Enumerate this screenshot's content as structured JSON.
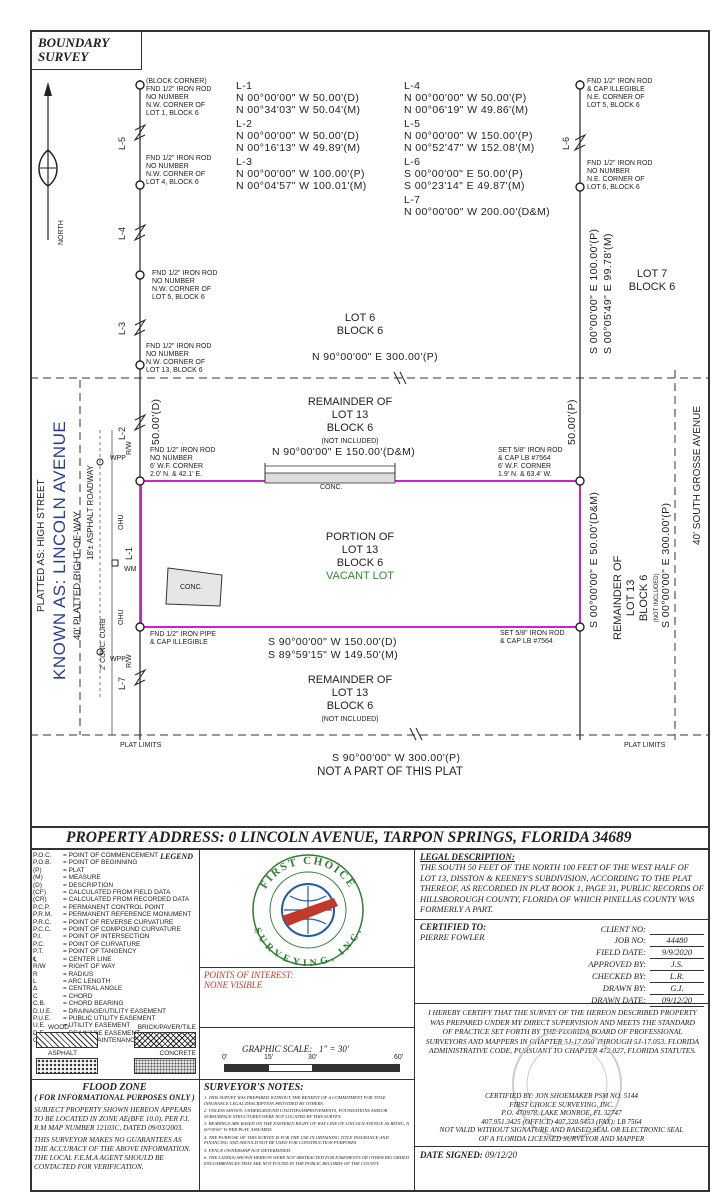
{
  "title": {
    "line1": "BOUNDARY",
    "line2": "SURVEY"
  },
  "north_label": "NORTH",
  "line_table": {
    "left": [
      {
        "id": "L-1",
        "rows": [
          "N 00°00'00\"  W  50.00'(D)",
          "N 00°34'03\"  W  50.04'(M)"
        ]
      },
      {
        "id": "L-2",
        "rows": [
          "N 00°00'00\"  W  50.00'(D)",
          "N 00°16'13\"  W  49.89'(M)"
        ]
      },
      {
        "id": "L-3",
        "rows": [
          "N 00°00'00\"  W  100.00'(P)",
          "N 00°04'57\"  W  100.01'(M)"
        ]
      }
    ],
    "right": [
      {
        "id": "L-4",
        "rows": [
          "N 00°00'00\"  W  50.00'(P)",
          "N 00°06'19\"  W  49.86'(M)"
        ]
      },
      {
        "id": "L-5",
        "rows": [
          "N 00°00'00\"  W  150.00'(P)",
          "N 00°52'47\"  W  152.08'(M)"
        ]
      },
      {
        "id": "L-6",
        "rows": [
          "S 00°00'00\"  E  50.00'(P)",
          "S 00°23'14\"  E  49.87'(M)"
        ]
      },
      {
        "id": "L-7",
        "rows": [
          "N 00°00'00\"  W  200.00'(D&M)"
        ]
      }
    ]
  },
  "monuments": {
    "m1": [
      "(BLOCK CORNER)",
      "FND 1/2\" IRON ROD",
      "NO NUMBER",
      "N.W. CORNER OF",
      "LOT 1, BLOCK 6"
    ],
    "m2": [
      "FND 1/2\" IRON ROD",
      "NO NUMBER",
      "N.W. CORNER OF",
      "LOT 4, BLOCK 6"
    ],
    "m3": [
      "FND 1/2\" IRON ROD",
      "NO NUMBER",
      "N.W. CORNER OF",
      "LOT 5, BLOCK 6"
    ],
    "m4": [
      "FND 1/2\" IRON ROD",
      "NO NUMBER",
      "N.W. CORNER OF",
      "LOT 13, BLOCK 6"
    ],
    "m5": [
      "FND 1/2\" IRON ROD",
      "& CAP ILLEGIBLE",
      "N.E. CORNER OF",
      "LOT 5, BLOCK 6"
    ],
    "m6": [
      "FND 1/2\" IRON ROD",
      "NO NUMBER",
      "N.E. CORNER OF",
      "LOT 6, BLOCK 6"
    ],
    "m7": [
      "FND 1/2\" IRON ROD",
      "NO NUMBER",
      "6' W.F. CORNER",
      "2.0' N. & 42.1' E."
    ],
    "m8": [
      "SET 5/8\" IRON ROD",
      "& CAP LB #7564",
      "6' W.F. CORNER",
      "1.9' N. & 63.4' W."
    ],
    "m9": [
      "FND 1/2\" IRON PIPE",
      "& CAP ILLEGIBLE"
    ],
    "m10": [
      "SET 5/8\" IRON ROD",
      "& CAP LB #7564"
    ]
  },
  "lots": {
    "lot6": [
      "LOT 6",
      "BLOCK 6"
    ],
    "lot7": [
      "LOT 7",
      "BLOCK 6"
    ],
    "rem_top": [
      "REMAINDER OF",
      "LOT 13",
      "BLOCK 6",
      "(NOT INCLUDED)"
    ],
    "portion": [
      "PORTION OF",
      "LOT 13",
      "BLOCK 6"
    ],
    "vacant": "VACANT LOT",
    "rem_bottom": [
      "REMAINDER OF",
      "LOT 13",
      "BLOCK 6",
      "(NOT INCLUDED)"
    ],
    "rem_right": [
      "REMAINDER OF",
      "LOT 13",
      "BLOCK 6",
      "(NOT INCLUDED)"
    ],
    "not_part": "NOT A PART OF THIS PLAT"
  },
  "bearings": {
    "top300": "N 90°00'00\"  E   300.00'(P)",
    "top150": "N 90°00'00\"  E   150.00'(D&M)",
    "bot150a": "S 90°00'00\"  W   150.00'(D)",
    "bot150b": "S 89°59'15\"  W   149.50'(M)",
    "bot300": "S 90°00'00\"  W   300.00'(P)",
    "west50": "50.00'(D)",
    "east50": "50.00'(P)",
    "east_dm": "S 00°00'00\"  E   50.00'(D&M)",
    "east_r1": "S 00°00'00\"  E   100.00'(P)",
    "east_r2": "S 00°05'49\"  E   99.78'(M)",
    "east_300": "S 00°00'00\"  E   300.00'(P)"
  },
  "streets": {
    "platted": "PLATTED AS: HIGH STREET",
    "known": "KNOWN AS: LINCOLN AVENUE",
    "row40": "40' PLATTED RIGHT-OF-WAY",
    "asphalt": "18'± ASPHALT ROADWAY",
    "curb": "2' CONC. CURB",
    "grosse": "40' SOUTH GROSSE AVENUE",
    "row": "R/W",
    "plat_limits": "PLAT LIMITS",
    "ohu": "OHU",
    "wpp": "WPP",
    "wm": "WM",
    "conc": "CONC."
  },
  "address": "PROPERTY ADDRESS:  0 LINCOLN AVENUE,  TARPON SPRINGS, FLORIDA 34689",
  "legend": {
    "title": "LEGEND",
    "items": [
      [
        "P.O.C.",
        "= POINT OF COMMENCEMENT"
      ],
      [
        "P.O.B.",
        "= POINT OF BEGINNING"
      ],
      [
        "(P)",
        "= PLAT"
      ],
      [
        "(M)",
        "= MEASURE"
      ],
      [
        "(D)",
        "= DESCRIPTION"
      ],
      [
        "(CF)",
        "= CALCULATED FROM FIELD DATA"
      ],
      [
        "(CR)",
        "= CALCULATED FROM RECORDED DATA"
      ],
      [
        "P.C.P.",
        "= PERMANENT CONTROL POINT"
      ],
      [
        "P.R.M.",
        "= PERMANENT REFERENCE MONUMENT"
      ],
      [
        "P.R.C.",
        "= POINT OF REVERSE CURVATURE"
      ],
      [
        "P.C.C.",
        "= POINT OF COMPOUND CURVATURE"
      ],
      [
        "P.I.",
        "= POINT OF INTERSECTION"
      ],
      [
        "P.C.",
        "= POINT OF CURVATURE"
      ],
      [
        "P.T.",
        "= POINT OF TANGENCY"
      ],
      [
        "℄",
        "= CENTER LINE"
      ],
      [
        "R/W",
        "= RIGHT OF WAY"
      ],
      [
        "R",
        "= RADIUS"
      ],
      [
        "L",
        "= ARC LENGTH"
      ],
      [
        "Δ",
        "= CENTRAL ANGLE"
      ],
      [
        "C",
        "= CHORD"
      ],
      [
        "C.B.",
        "= CHORD BEARING"
      ],
      [
        "D.U.E.",
        "= DRAINAGE/UTILITY EASEMENT"
      ],
      [
        "P.U.E.",
        "= PUBLIC UTILITY EASEMENT"
      ],
      [
        "U.E.",
        "= UTILITY EASEMENT"
      ],
      [
        "D.E.",
        "= DRAINAGE EASEMENT"
      ],
      [
        "C.M.E.",
        "= CANAL MAINTENANCE EASEMENT"
      ]
    ],
    "materials": [
      "WOOD",
      "BRICK/PAVER/TILE",
      "ASPHALT",
      "CONCRETE"
    ]
  },
  "logo": {
    "top": "FIRST CHOICE",
    "bottom": "SURVEYING, INC."
  },
  "points_of_interest": {
    "title": "POINTS OF INTEREST:",
    "value": "NONE VISIBLE"
  },
  "graphic_scale": {
    "title": "GRAPHIC SCALE:",
    "ratio": "1\" = 30'",
    "ticks": [
      "0'",
      "15'",
      "30'",
      "60'"
    ]
  },
  "flood": {
    "title": "FLOOD ZONE",
    "sub": "( FOR INFORMATIONAL PURPOSES ONLY )",
    "p1": "SUBJECT PROPERTY SHOWN HEREON APPEARS TO BE LOCATED IN ZONE AE(BFE 10.0), PER F.I. R.M MAP NUMBER 12103C, DATED 09/03/2003.",
    "p2": "THIS SURVEYOR MAKES NO GUARANTEES AS THE ACCURACY OF THE ABOVE INFORMATION. THE LOCAL F.E.M.A AGENT SHOULD BE CONTACTED FOR VERIFICATION."
  },
  "notes": {
    "title": "SURVEYOR'S NOTES:",
    "items": [
      "1. THIS SURVEY WAS PREPARED WITHOUT THE BENEFIT OF A COMMITMENT FOR TITLE INSURANCE LEGAL DESCRIPTION PROVIDED BY OTHERS.",
      "2. UNLESS SHOWN, UNDERGROUND UTILITIES/IMPROVEMENTS, FOUNDATIONS AND/OR SUBSURFACE STRUCTURES WERE NOT LOCATED BY THIS SURVEY.",
      "3. BEARINGS ARE BASED ON THE EASTERLY RIGHT OF WAY LINE OF LINCOLN AVENUE AS BEING, N 00°00'00\" W PER PLAT, ASSUMED.",
      "4. THE PURPOSE OF THIS SURVEY IS FOR THE USE IN OBTAINING TITLE INSURANCE AND FINANCING AND SHOULD NOT BE USED FOR CONSTRUCTION PURPOSES.",
      "5. FENCE OWNERSHIP NOT DETERMINED.",
      "6. THE LAND(S) SHOWN HEREON WERE NOT ABSTRACTED FOR EASEMENTS OR OTHER RECORDED ENCUMBRANCES THAT ARE NOT FOUND IN THE PUBLIC RECORDS OF THE COUNTY."
    ]
  },
  "legal": {
    "title": "LEGAL DESCRIPTION:",
    "text": "THE SOUTH 50 FEET OF THE NORTH 100 FEET OF THE WEST HALF OF LOT 13, DISSTON & KEENEY'S SUBDIVISION, ACCORDING TO THE PLAT THEREOF, AS RECORDED IN PLAT BOOK 1, PAGE 31, PUBLIC RECORDS OF HILLSBOROUGH COUNTY, FLORIDA OF WHICH PINELLAS COUNTY WAS FORMERLY A PART."
  },
  "certified": {
    "title": "CERTIFIED TO:",
    "name": "PIERRE FOWLER"
  },
  "job_info": [
    [
      "CLIENT NO:",
      ""
    ],
    [
      "JOB NO:",
      "44480"
    ],
    [
      "FIELD DATE:",
      "9/9/2020"
    ],
    [
      "APPROVED BY:",
      "J.S."
    ],
    [
      "CHECKED BY:",
      "L.R."
    ],
    [
      "DRAWN BY:",
      "G.I."
    ],
    [
      "DRAWN DATE:",
      "09/12/20"
    ]
  ],
  "certification": "I HEREBY CERTIFY THAT THE SURVEY OF THE HEREON DESCRIBED PROPERTY WAS PREPARED UNDER MY DIRECT SUPERVISION AND MEETS THE STANDARD OF PRACTICE SET FORTH BY THE FLORIDA BOARD OF PROFESSIONAL SURVEYORS AND MAPPERS IN CHAPTER 5J-17.050 THROUGH 5J-17.053, FLORIDA ADMINISTRATIVE CODE, PURSUANT TO CHAPTER 472.027, FLORIDA STATUTES.",
  "signature": [
    "CERTIFIED BY: JON SHOEMAKER PSM NO. 5144",
    "FIRST CHOICE SURVEYING, INC.",
    "P.O. 470978, LAKE MONROE, FL 32747",
    "407.951.3425 (OFFICE) 407.320.5453 (FAX); LB 7564",
    "NOT VALID WITHOUT SIGNATURE AND RAISED SEAL OR ELECTRONIC SEAL",
    "OF A FLORIDA LICENSED SURVEYOR AND MAPPER"
  ],
  "date_signed": {
    "label": "DATE SIGNED:",
    "value": "09/12/20"
  }
}
